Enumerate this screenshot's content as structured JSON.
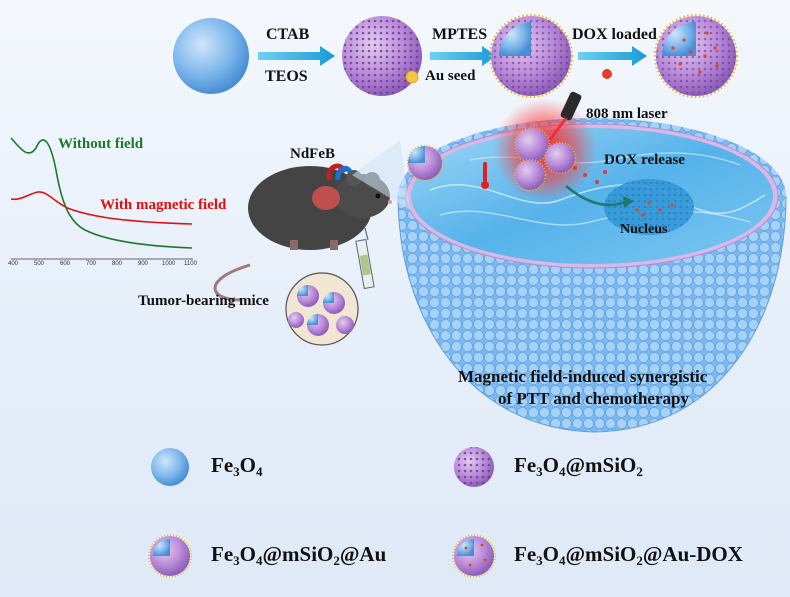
{
  "labels": {
    "step1_top": "CTAB",
    "step1_bottom": "TEOS",
    "step2_top": "MPTES",
    "step2_bottom": "Au seed",
    "step3_top": "DOX loaded",
    "laser": "808 nm laser",
    "dox_release": "DOX release",
    "nucleus": "Nucleus",
    "magnet": "NdFeB",
    "mice": "Tumor-bearing mice",
    "caption_line1": "Magnetic field-induced synergistic",
    "caption_line2": "of PTT and chemotherapy"
  },
  "spectrum": {
    "series_1": "Without field",
    "series_2": "With magnetic field",
    "ticks": [
      "400",
      "500",
      "600",
      "700",
      "800",
      "900",
      "1000",
      "1100"
    ],
    "colors": {
      "series_1": "#1b7a2a",
      "series_2": "#e01010"
    }
  },
  "legend": {
    "fe3o4": {
      "base": "Fe",
      "s1": "3",
      "mid": "O",
      "s2": "4"
    },
    "fe3o4_msio2": {
      "base": "Fe",
      "s1": "3",
      "mid": "O",
      "s2": "4",
      "tail": "@mSiO",
      "s3": "2"
    },
    "fe3o4_msio2_au": {
      "base": "Fe",
      "s1": "3",
      "mid": "O",
      "s2": "4",
      "tail": "@mSiO",
      "s3": "2",
      "tail2": "@Au"
    },
    "fe3o4_msio2_au_dox": {
      "base": "Fe",
      "s1": "3",
      "mid": "O",
      "s2": "4",
      "tail": "@mSiO",
      "s3": "2",
      "tail2": "@Au-DOX"
    }
  }
}
